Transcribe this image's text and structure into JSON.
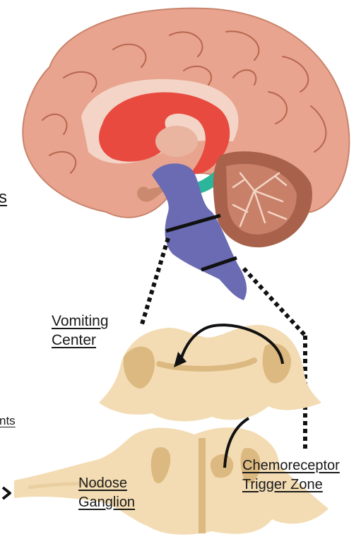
{
  "labels": {
    "vomiting_center": [
      "Vomiting",
      "Center"
    ],
    "ctz": [
      "Chemoreceptor",
      "Trigger Zone"
    ],
    "nodose": [
      "Nodose",
      "Ganglion"
    ],
    "edge_top": "s",
    "edge_mid": "nts"
  },
  "colors": {
    "cortex": "#e8a48e",
    "cortex_line": "#b8664f",
    "corpus_callosum": "#e84a3f",
    "fornix_green": "#2bb59a",
    "brainstem": "#6b6bb3",
    "cerebellum": "#a8614a",
    "medulla_section": "#f3dcb3",
    "gray_matter": "#dcb980"
  }
}
